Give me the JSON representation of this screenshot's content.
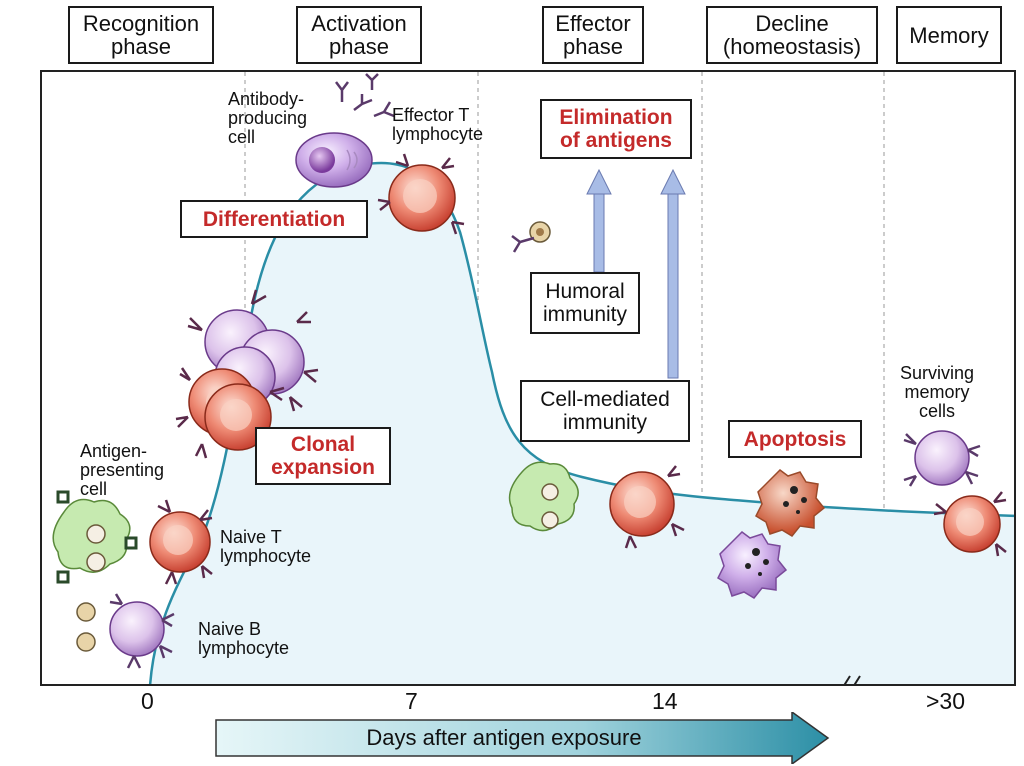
{
  "phases": [
    {
      "line1": "Recognition",
      "line2": "phase"
    },
    {
      "line1": "Activation",
      "line2": "phase"
    },
    {
      "line1": "Effector",
      "line2": "phase"
    },
    {
      "line1": "Decline",
      "line2": "(homeostasis)"
    },
    {
      "line1": "Memory",
      "line2": ""
    }
  ],
  "stages": {
    "differentiation": "Differentiation",
    "clonal_line1": "Clonal",
    "clonal_line2": "expansion",
    "elimination_line1": "Elimination",
    "elimination_line2": "of antigens",
    "humoral_line1": "Humoral",
    "humoral_line2": "immunity",
    "cellmed_line1": "Cell-mediated",
    "cellmed_line2": "immunity",
    "apoptosis": "Apoptosis"
  },
  "cell_labels": {
    "antibody_line1": "Antibody-",
    "antibody_line2": "producing",
    "antibody_line3": "cell",
    "effector_line1": "Effector T",
    "effector_line2": "lymphocyte",
    "apc_line1": "Antigen-",
    "apc_line2": "presenting",
    "apc_line3": "cell",
    "naive_t_line1": "Naive T",
    "naive_t_line2": "lymphocyte",
    "naive_b_line1": "Naive B",
    "naive_b_line2": "lymphocyte",
    "memory_line1": "Surviving",
    "memory_line2": "memory",
    "memory_line3": "cells"
  },
  "x_ticks": [
    "0",
    "7",
    "14",
    ">30"
  ],
  "x_axis_label": "Days after antigen exposure",
  "colors": {
    "curve": "#2a8ea6",
    "fill": "#e9f5fa",
    "stage_text": "#c42a2a",
    "t_cell": "#e06050",
    "b_cell": "#c9a6dc",
    "apc": "#b8e0a0",
    "arrow": "#9ab0e0"
  }
}
